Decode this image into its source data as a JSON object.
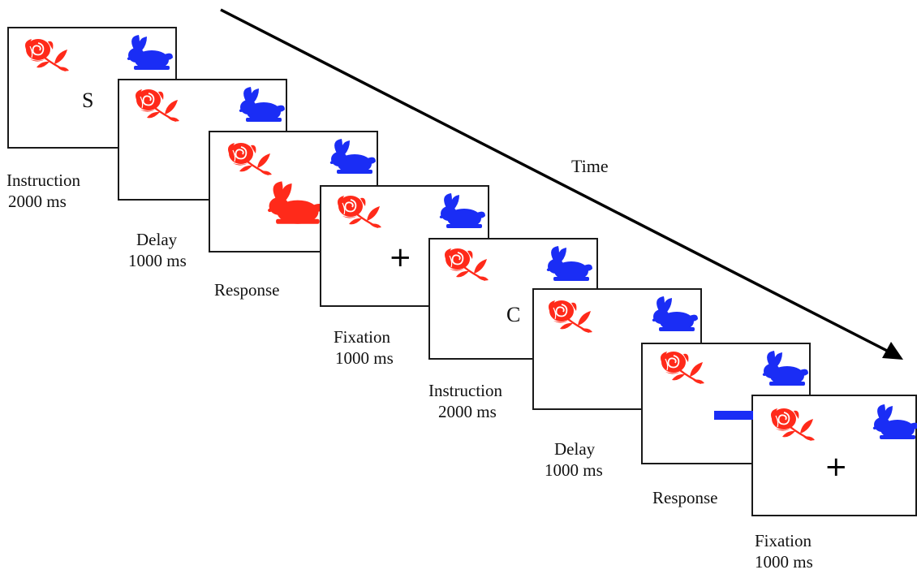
{
  "time_label": "Time",
  "colors": {
    "rose": "#ff2a1a",
    "rabbit": "#1a2df5",
    "frame_border": "#1a1a1a",
    "arrow": "#000000"
  },
  "icons": {
    "rose": "rose-icon",
    "rabbit": "rabbit-icon",
    "plus": "fixation-cross",
    "minus": "response-bar"
  },
  "frames": [
    {
      "letter": "S",
      "caption": [
        "Instruction",
        "2000 ms"
      ]
    },
    {
      "caption": [
        "Delay",
        "1000 ms"
      ]
    },
    {
      "response": "red-rabbit",
      "caption": [
        "Response",
        ""
      ]
    },
    {
      "fixation": "+",
      "caption": [
        "Fixation",
        "1000 ms"
      ]
    },
    {
      "letter": "C",
      "caption": [
        "Instruction",
        "2000 ms"
      ]
    },
    {
      "caption": [
        "Delay",
        "1000 ms"
      ]
    },
    {
      "response": "blue-bar",
      "caption": [
        "Response",
        ""
      ]
    },
    {
      "fixation": "+",
      "caption": [
        "Fixation",
        "1000 ms"
      ]
    }
  ]
}
